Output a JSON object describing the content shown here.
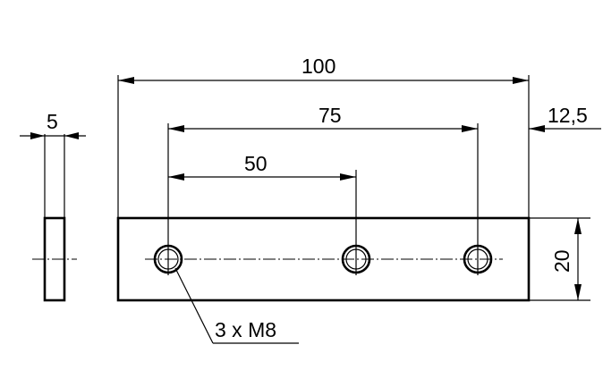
{
  "dimensions": {
    "overall_length": "100",
    "hole_span_outer": "75",
    "hole_span_inner": "50",
    "edge_offset": "12,5",
    "height": "20",
    "thickness": "5"
  },
  "callout": {
    "holes": "3 x M8"
  }
}
